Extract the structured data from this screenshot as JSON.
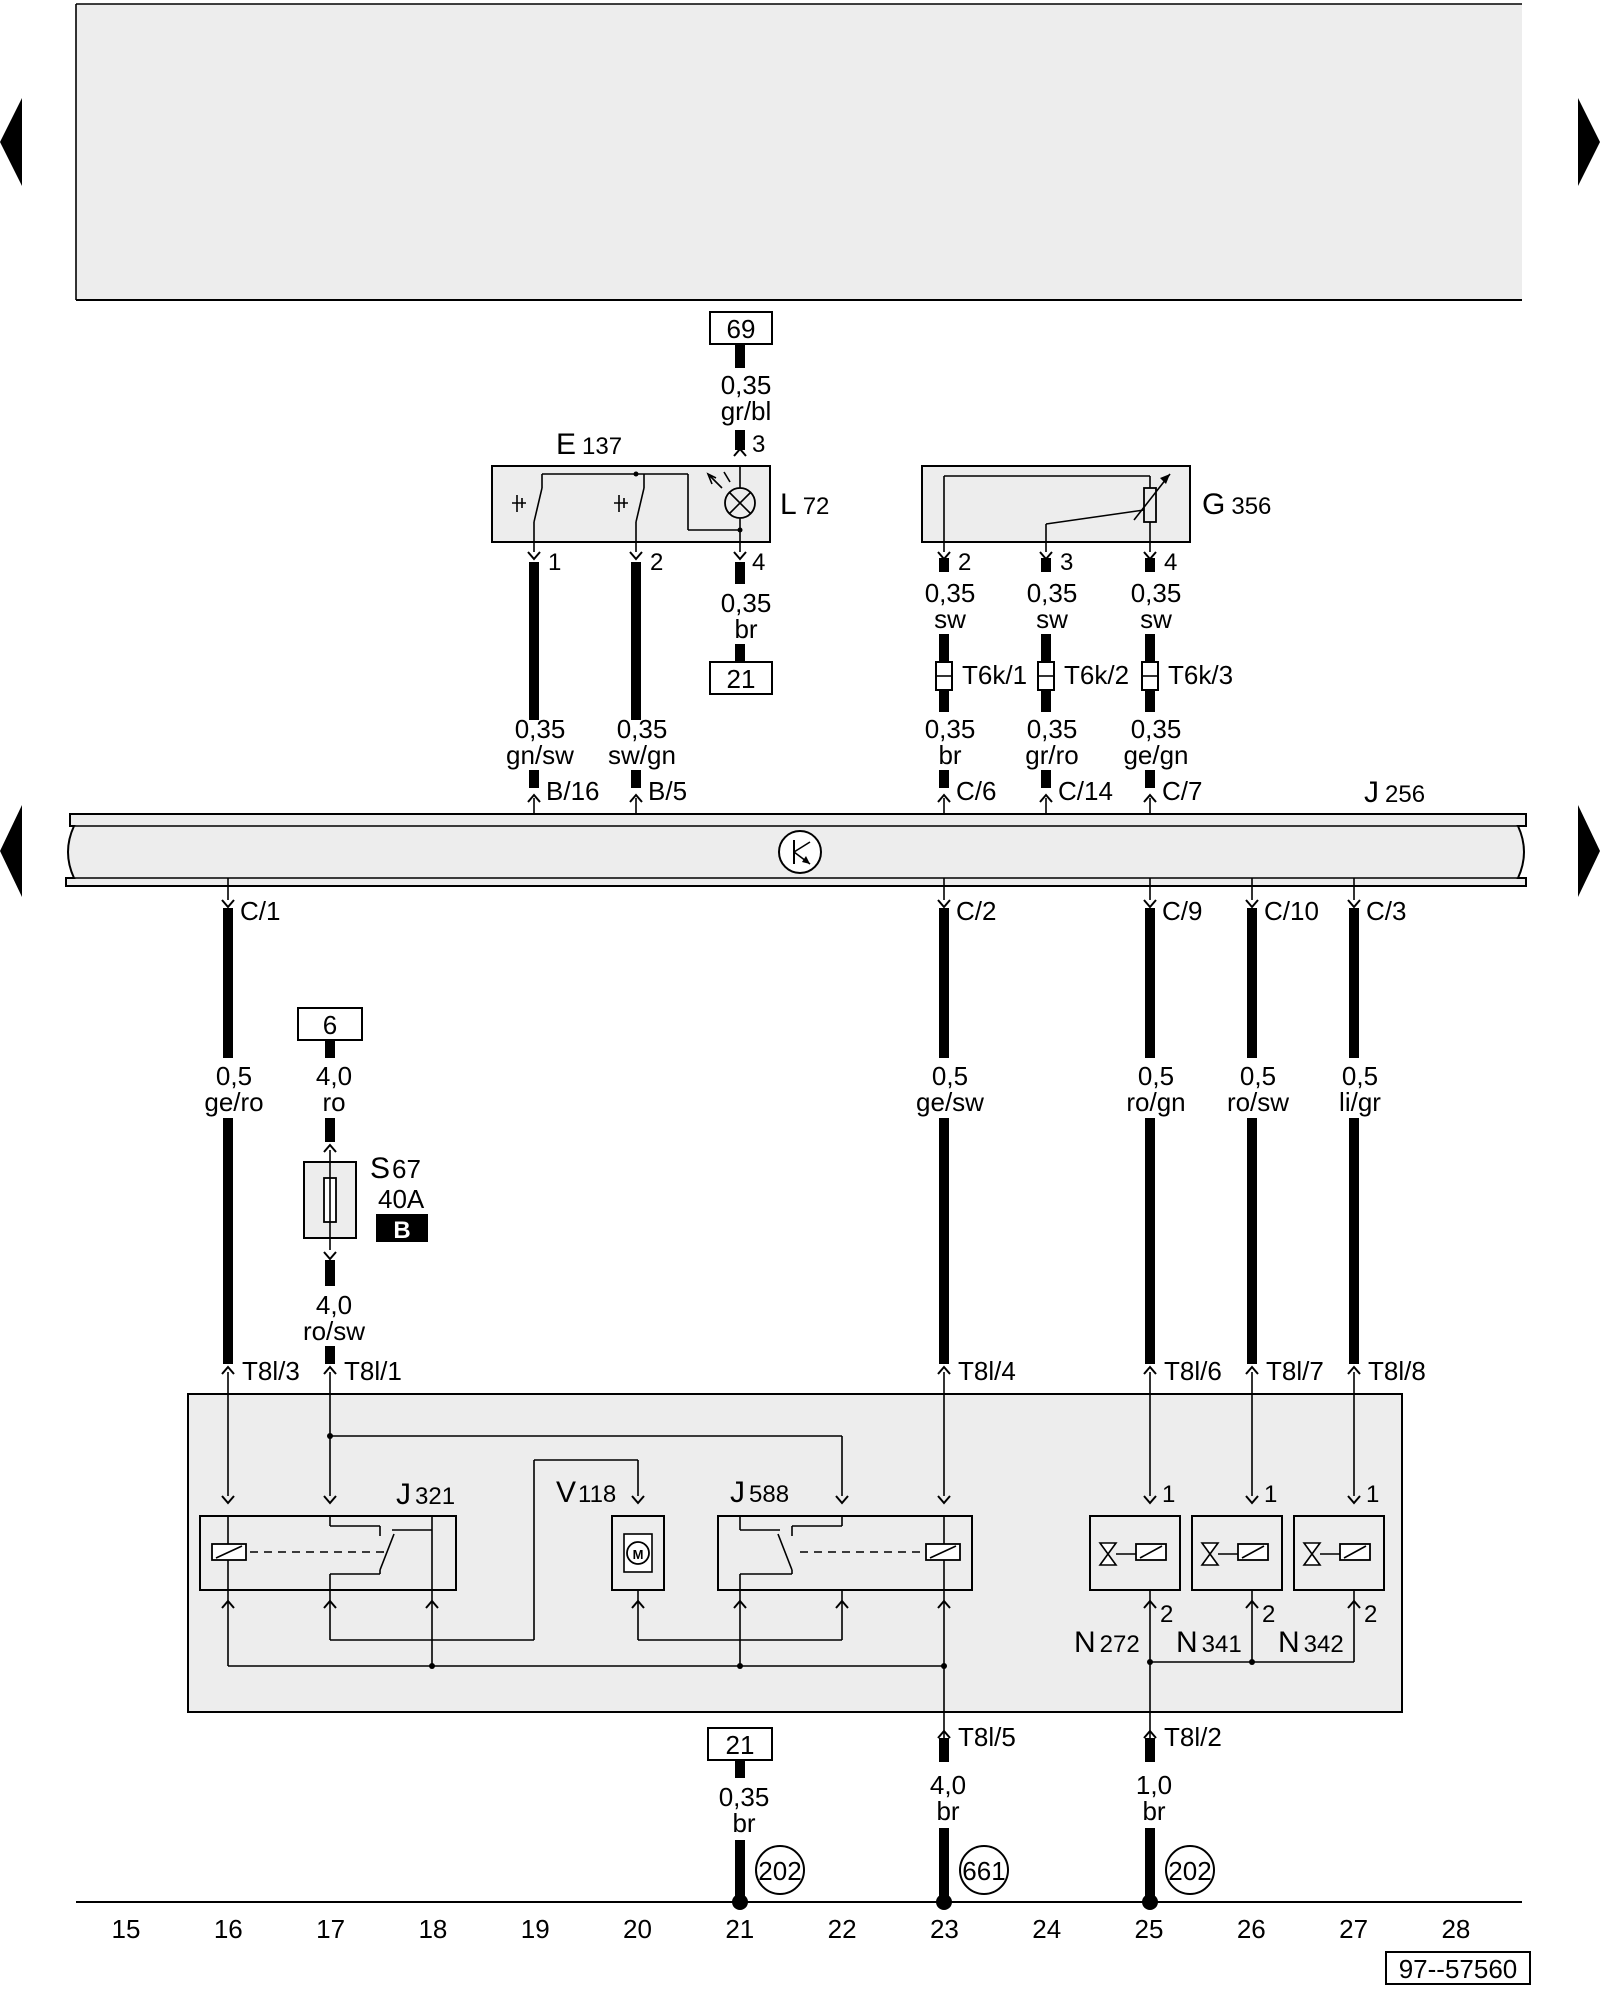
{
  "nav": {
    "prev_top": "prev-arrow",
    "next_top": "next-arrow",
    "prev_mid": "prev-arrow",
    "next_mid": "next-arrow"
  },
  "doc_number": "97--57560",
  "refs": {
    "r69": "69",
    "r21a": "21",
    "r6": "6",
    "r21b": "21"
  },
  "grounds": {
    "g202a": "202",
    "g661": "661",
    "g202b": "202"
  },
  "components": {
    "e137": {
      "letter": "E",
      "num": "137"
    },
    "l72": {
      "letter": "L",
      "num": "72"
    },
    "g356": {
      "letter": "G",
      "num": "356"
    },
    "j256": {
      "letter": "J",
      "num": "256"
    },
    "j321": {
      "letter": "J",
      "num": "321"
    },
    "v118": {
      "letter": "V",
      "num": "118"
    },
    "j588": {
      "letter": "J",
      "num": "588"
    },
    "s67": {
      "letter": "S",
      "num": "67",
      "rating": "40A",
      "badge": "B"
    },
    "n272": {
      "letter": "N",
      "num": "272"
    },
    "n341": {
      "letter": "N",
      "num": "341"
    },
    "n342": {
      "letter": "N",
      "num": "342"
    }
  },
  "wires": {
    "w69": {
      "size": "0,35",
      "color": "gr/bl"
    },
    "wL72": {
      "size": "0,35",
      "color": "br"
    },
    "wE1": {
      "size": "0,35",
      "color": "gn/sw"
    },
    "wE2": {
      "size": "0,35",
      "color": "sw/gn"
    },
    "wG2a": {
      "size": "0,35",
      "color": "sw"
    },
    "wG3a": {
      "size": "0,35",
      "color": "sw"
    },
    "wG4a": {
      "size": "0,35",
      "color": "sw"
    },
    "wG2b": {
      "size": "0,35",
      "color": "br"
    },
    "wG3b": {
      "size": "0,35",
      "color": "gr/ro"
    },
    "wG4b": {
      "size": "0,35",
      "color": "ge/gn"
    },
    "wC1": {
      "size": "0,5",
      "color": "ge/ro"
    },
    "w6": {
      "size": "4,0",
      "color": "ro"
    },
    "wS67": {
      "size": "4,0",
      "color": "ro/sw"
    },
    "wC2": {
      "size": "0,5",
      "color": "ge/sw"
    },
    "wC9": {
      "size": "0,5",
      "color": "ro/gn"
    },
    "wC10": {
      "size": "0,5",
      "color": "ro/sw"
    },
    "wC3": {
      "size": "0,5",
      "color": "li/gr"
    },
    "w21b": {
      "size": "0,35",
      "color": "br"
    },
    "w661": {
      "size": "4,0",
      "color": "br"
    },
    "w202b": {
      "size": "1,0",
      "color": "br"
    }
  },
  "pins": {
    "L72_3": "3",
    "L72_4": "4",
    "E137_1": "1",
    "E137_2": "2",
    "G356_2": "2",
    "G356_3": "3",
    "G356_4": "4",
    "N272_1": "1",
    "N341_1": "1",
    "N342_1": "1",
    "N272_2": "2",
    "N341_2": "2",
    "N342_2": "2"
  },
  "connectors": {
    "T6k1": "T6k/1",
    "T6k2": "T6k/2",
    "T6k3": "T6k/3",
    "B16": "B/16",
    "B5": "B/5",
    "C6": "C/6",
    "C14": "C/14",
    "C7": "C/7",
    "C1": "C/1",
    "C2": "C/2",
    "C9": "C/9",
    "C10": "C/10",
    "C3": "C/3",
    "T8l3": "T8l/3",
    "T8l1": "T8l/1",
    "T8l4": "T8l/4",
    "T8l6": "T8l/6",
    "T8l7": "T8l/7",
    "T8l8": "T8l/8",
    "T8l5": "T8l/5",
    "T8l2": "T8l/2"
  },
  "tracks": [
    "15",
    "16",
    "17",
    "18",
    "19",
    "20",
    "21",
    "22",
    "23",
    "24",
    "25",
    "26",
    "27",
    "28"
  ]
}
